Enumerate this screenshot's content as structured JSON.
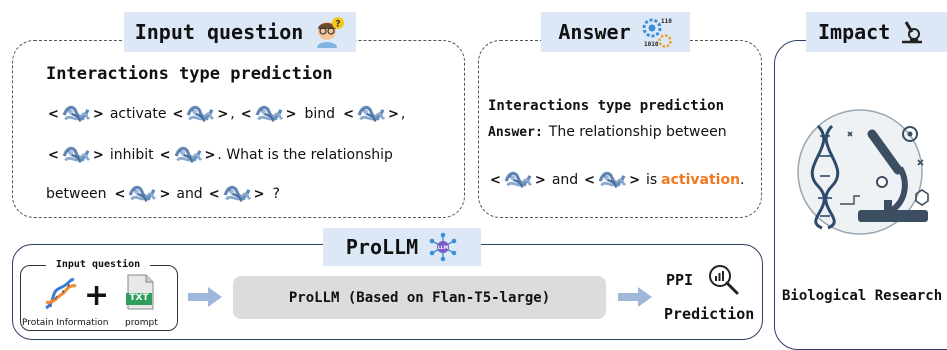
{
  "input_panel": {
    "tag": "Input question",
    "heading": "Interactions type prediction",
    "line1": {
      "w1": "activate",
      "w2": "bind"
    },
    "line2": {
      "w1": "inhibit",
      "w2": ". What is the relationship"
    },
    "line3": {
      "w1": "between",
      "w2": "and",
      "w3": "?"
    },
    "sep1": ",",
    "sep2": ",",
    "sep3": ","
  },
  "answer_panel": {
    "tag": "Answer",
    "heading": "Interactions type prediction",
    "answer_label": "Answer:",
    "answer_text": "The relationship between",
    "and_word": "and",
    "is_word": "is",
    "result": "activation",
    "end": "."
  },
  "impact_panel": {
    "tag": "Impact",
    "caption": "Biological Research"
  },
  "prollm_panel": {
    "tag": "ProLLM",
    "inner_tag": "Input question",
    "plus": "+",
    "protein_caption": "Protain Information",
    "prompt_caption": "prompt",
    "file_label": "TXT",
    "model_box": "ProLLM (Based on Flan-T5-large)",
    "out_line1": "PPI",
    "out_line2": "Prediction"
  },
  "colors": {
    "accent": "#f07a24",
    "tag_bg": "#dde8f6",
    "model_bg": "#dcdcdc",
    "arrow": "#9fb7db"
  }
}
